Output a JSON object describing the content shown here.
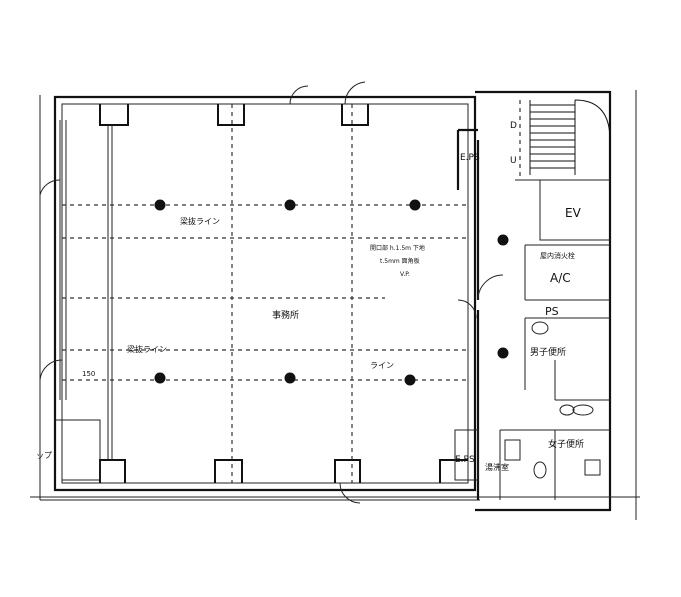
{
  "rooms": {
    "office": "事務所",
    "ev": "EV",
    "ac": "A/C",
    "ps": "PS",
    "hydrant": "屋内消火栓",
    "mens_wc": "男子便所",
    "womens_wc": "女子便所",
    "kitchenette": "湯沸室",
    "eps_top": "E.PS",
    "eps_bottom": "E.PS"
  },
  "lines": {
    "line_top": "梁抜ライン",
    "line_left": "梁抜ライン",
    "line_right": "ライン"
  },
  "note": {
    "line1": "開口部 h.1.5m 下地",
    "line2": "t.5mm 面角板",
    "line3": "V.P."
  },
  "dimension": "150",
  "ladder": "ップ",
  "stair": {
    "down": "D",
    "up": "U"
  }
}
